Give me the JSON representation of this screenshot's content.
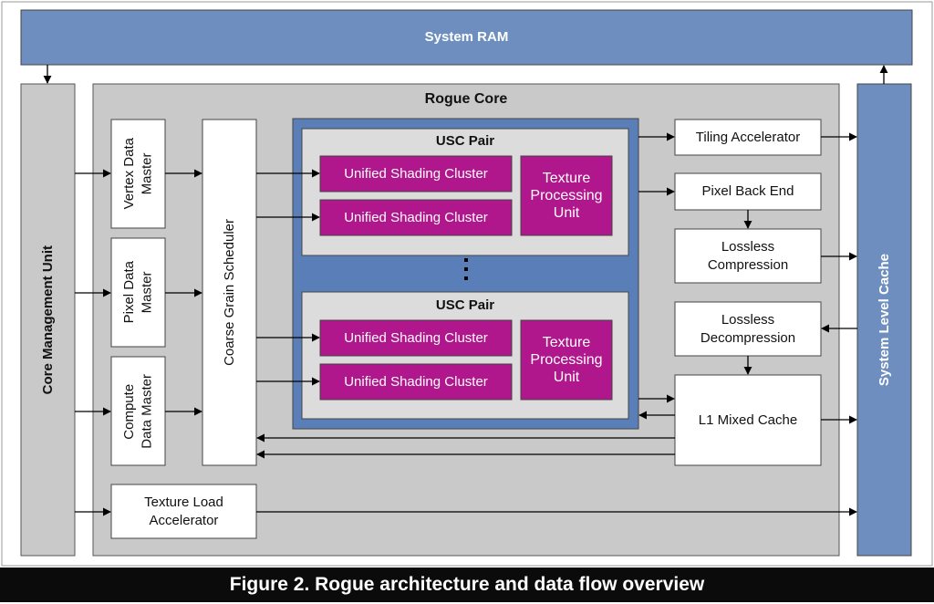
{
  "system_ram": "System RAM",
  "core_management_unit": "Core Management Unit",
  "system_level_cache": "System Level Cache",
  "rogue_core": "Rogue Core",
  "vertex_data_master": "Vertex Data\nMaster",
  "pixel_data_master": "Pixel Data\nMaster",
  "compute_data_master": "Compute\nData Master",
  "coarse_grain_scheduler": "Coarse Grain Scheduler",
  "usc_pairs": [
    {
      "title": "USC Pair",
      "clusters": [
        "Unified Shading Cluster",
        "Unified Shading Cluster"
      ],
      "texture_unit": "Texture\nProcessing\nUnit"
    },
    {
      "title": "USC Pair",
      "clusters": [
        "Unified Shading Cluster",
        "Unified Shading Cluster"
      ],
      "texture_unit": "Texture\nProcessing\nUnit"
    }
  ],
  "tiling_accelerator": "Tiling Accelerator",
  "pixel_back_end": "Pixel Back End",
  "lossless_compression": "Lossless\nCompression",
  "lossless_decompression": "Lossless\nDecompression",
  "l1_mixed_cache": "L1 Mixed Cache",
  "texture_load_accelerator": "Texture Load\nAccelerator",
  "caption": "Figure 2. Rogue architecture and data flow overview",
  "colors": {
    "blue": "#6d8ebf",
    "grey": "#c9c9c9",
    "magenta": "#b0178c",
    "usc_container": "#5a7fb8"
  }
}
